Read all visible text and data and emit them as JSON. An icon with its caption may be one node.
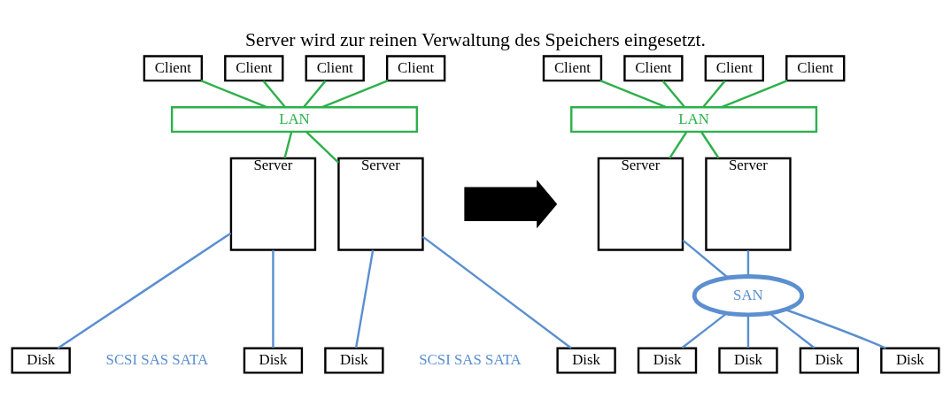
{
  "diagram": {
    "title": "Server wird zur reinen Verwaltung des Speichers eingesetzt.",
    "nodes": [
      {
        "text": [
          "Client"
        ]
      },
      {
        "text": [
          "Client"
        ]
      },
      {
        "text": [
          "Client"
        ]
      },
      {
        "text": [
          "Client"
        ]
      },
      {
        "text": [
          "LAN"
        ]
      },
      {
        "text": [
          "Server"
        ]
      },
      {
        "text": [
          "Server"
        ]
      },
      {
        "text": [
          "Disk"
        ]
      },
      {
        "text": [
          "Disk"
        ]
      },
      {
        "text": [
          "Disk"
        ]
      },
      {
        "text": [
          "Disk"
        ]
      },
      {
        "text": [],
        "shape": "arrow"
      },
      {
        "text": [
          "Client"
        ]
      },
      {
        "text": [
          "Client"
        ]
      },
      {
        "text": [
          "Client"
        ]
      },
      {
        "text": [
          "Client"
        ]
      },
      {
        "text": [
          "LAN"
        ]
      },
      {
        "text": [
          "Server"
        ]
      },
      {
        "text": [
          "Server"
        ]
      },
      {
        "text": [
          "SAN"
        ]
      },
      {
        "text": [
          "Disk"
        ]
      },
      {
        "text": [
          "Disk"
        ]
      },
      {
        "text": [
          "Disk"
        ]
      },
      {
        "text": [
          "Disk"
        ]
      }
    ],
    "edges": [
      {
        "from": 0,
        "to": 4,
        "arrow": "none"
      },
      {
        "from": 1,
        "to": 4,
        "arrow": "none"
      },
      {
        "from": 2,
        "to": 4,
        "arrow": "none"
      },
      {
        "from": 3,
        "to": 4,
        "arrow": "none"
      },
      {
        "from": 4,
        "to": 5,
        "arrow": "none"
      },
      {
        "from": 4,
        "to": 6,
        "arrow": "none"
      },
      {
        "from": 5,
        "to": 7,
        "arrow": "none",
        "color": "#5b8fd0"
      },
      {
        "from": 5,
        "to": 8,
        "arrow": "none",
        "color": "#5b8fd0"
      },
      {
        "from": 6,
        "to": 9,
        "arrow": "none",
        "color": "#5b8fd0"
      },
      {
        "from": 6,
        "to": 10,
        "arrow": "none",
        "color": "#5b8fd0"
      },
      {
        "from": 12,
        "to": 16,
        "arrow": "none"
      },
      {
        "from": 13,
        "to": 16,
        "arrow": "none"
      },
      {
        "from": 14,
        "to": 16,
        "arrow": "none"
      },
      {
        "from": 15,
        "to": 16,
        "arrow": "none"
      },
      {
        "from": 16,
        "to": 17,
        "arrow": "none"
      },
      {
        "from": 16,
        "to": 18,
        "arrow": "none"
      },
      {
        "from": 17,
        "to": 19,
        "arrow": "none",
        "color": "#5b8fd0"
      },
      {
        "from": 18,
        "to": 19,
        "arrow": "none",
        "color": "#5b8fd0"
      },
      {
        "from": 19,
        "to": 20,
        "arrow": "none",
        "color": "#5b8fd0"
      },
      {
        "from": 19,
        "to": 21,
        "arrow": "none",
        "color": "#5b8fd0"
      },
      {
        "from": 19,
        "to": 22,
        "arrow": "none",
        "color": "#5b8fd0"
      },
      {
        "from": 19,
        "to": 23,
        "arrow": "none",
        "color": "#5b8fd0"
      }
    ],
    "labels": [
      "SCSI SAS SATA",
      "SCSI SAS SATA"
    ]
  }
}
